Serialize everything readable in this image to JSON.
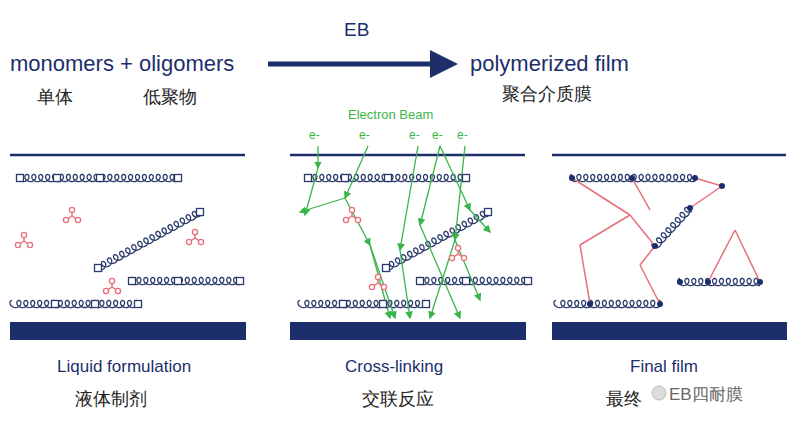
{
  "diagram": {
    "labels": [
      "monomers + oligomers",
      "单体",
      "低聚物",
      "EB",
      "polymerized film",
      "聚合介质膜",
      "Electron Beam",
      "e-",
      "e-",
      "e-",
      "e-",
      "e-",
      "Liquid formulation",
      "液体制剂",
      "Cross-linking",
      "交联反应",
      "Final film",
      "最终",
      "EB四耐膜"
    ]
  }
}
